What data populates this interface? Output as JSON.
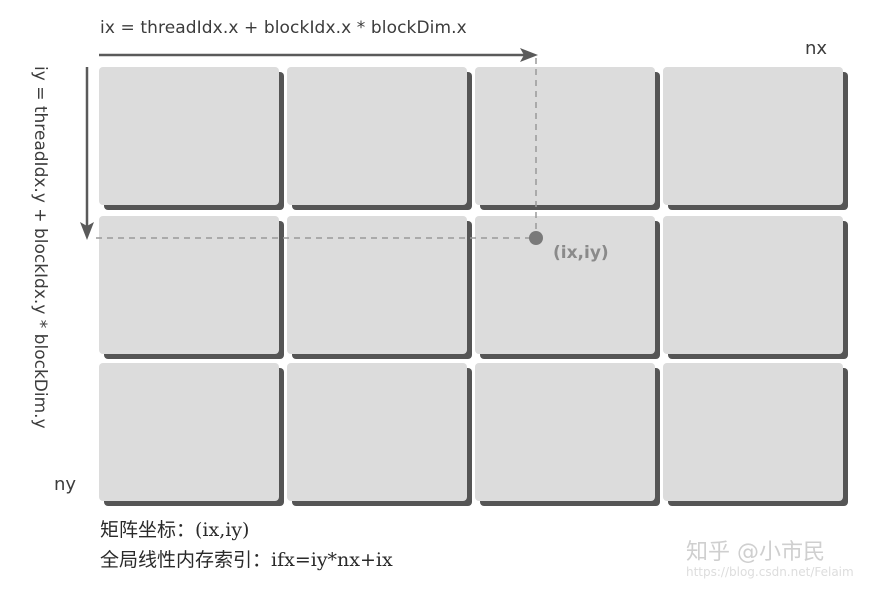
{
  "diagram": {
    "x_formula": "ix = threadIdx.x + blockIdx.x * blockDim.x",
    "y_formula": "iy = threadIdx.y + blockIdx.y * blockDim.y",
    "x_extent_label": "nx",
    "y_extent_label": "ny",
    "point_label": "(ix,iy)",
    "grid": {
      "rows": 3,
      "cols": 4
    },
    "colors": {
      "block_fill": "#dcdcdc",
      "block_shadow": "#555555",
      "arrow": "#5a5a5a",
      "guide_dashed": "#9a9a9a",
      "point": "#7a7a7a"
    }
  },
  "captions": {
    "line1": "矩阵坐标：(ix,iy)",
    "line2": "全局线性内存索引：ifx=iy*nx+ix"
  },
  "watermark": {
    "line1": "知乎 @小市民",
    "line2": "https://blog.csdn.net/Felaim"
  }
}
